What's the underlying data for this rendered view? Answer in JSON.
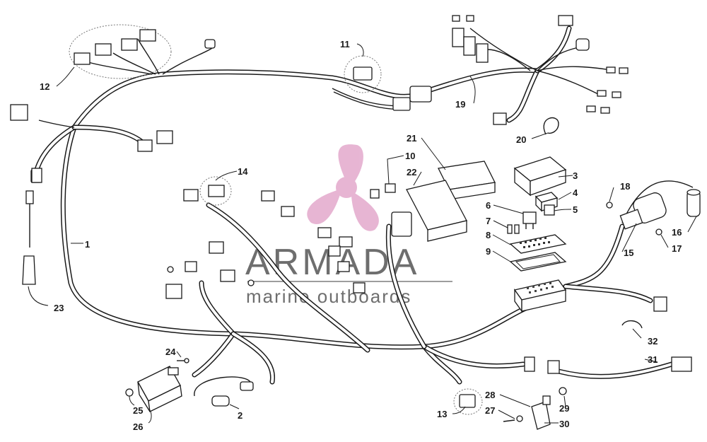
{
  "callouts": [
    "1",
    "2",
    "3",
    "4",
    "5",
    "6",
    "7",
    "8",
    "9",
    "10",
    "11",
    "12",
    "13",
    "14",
    "15",
    "16",
    "17",
    "18",
    "19",
    "20",
    "21",
    "22",
    "23",
    "24",
    "25",
    "26",
    "27",
    "28",
    "29",
    "30",
    "31",
    "32"
  ],
  "watermark": {
    "brand_name": "ARMADA",
    "tagline": "marine outboards",
    "logo_icon": "propeller-logo-icon",
    "colors": {
      "logo": "#e3a9cc",
      "text": "#555555"
    }
  }
}
